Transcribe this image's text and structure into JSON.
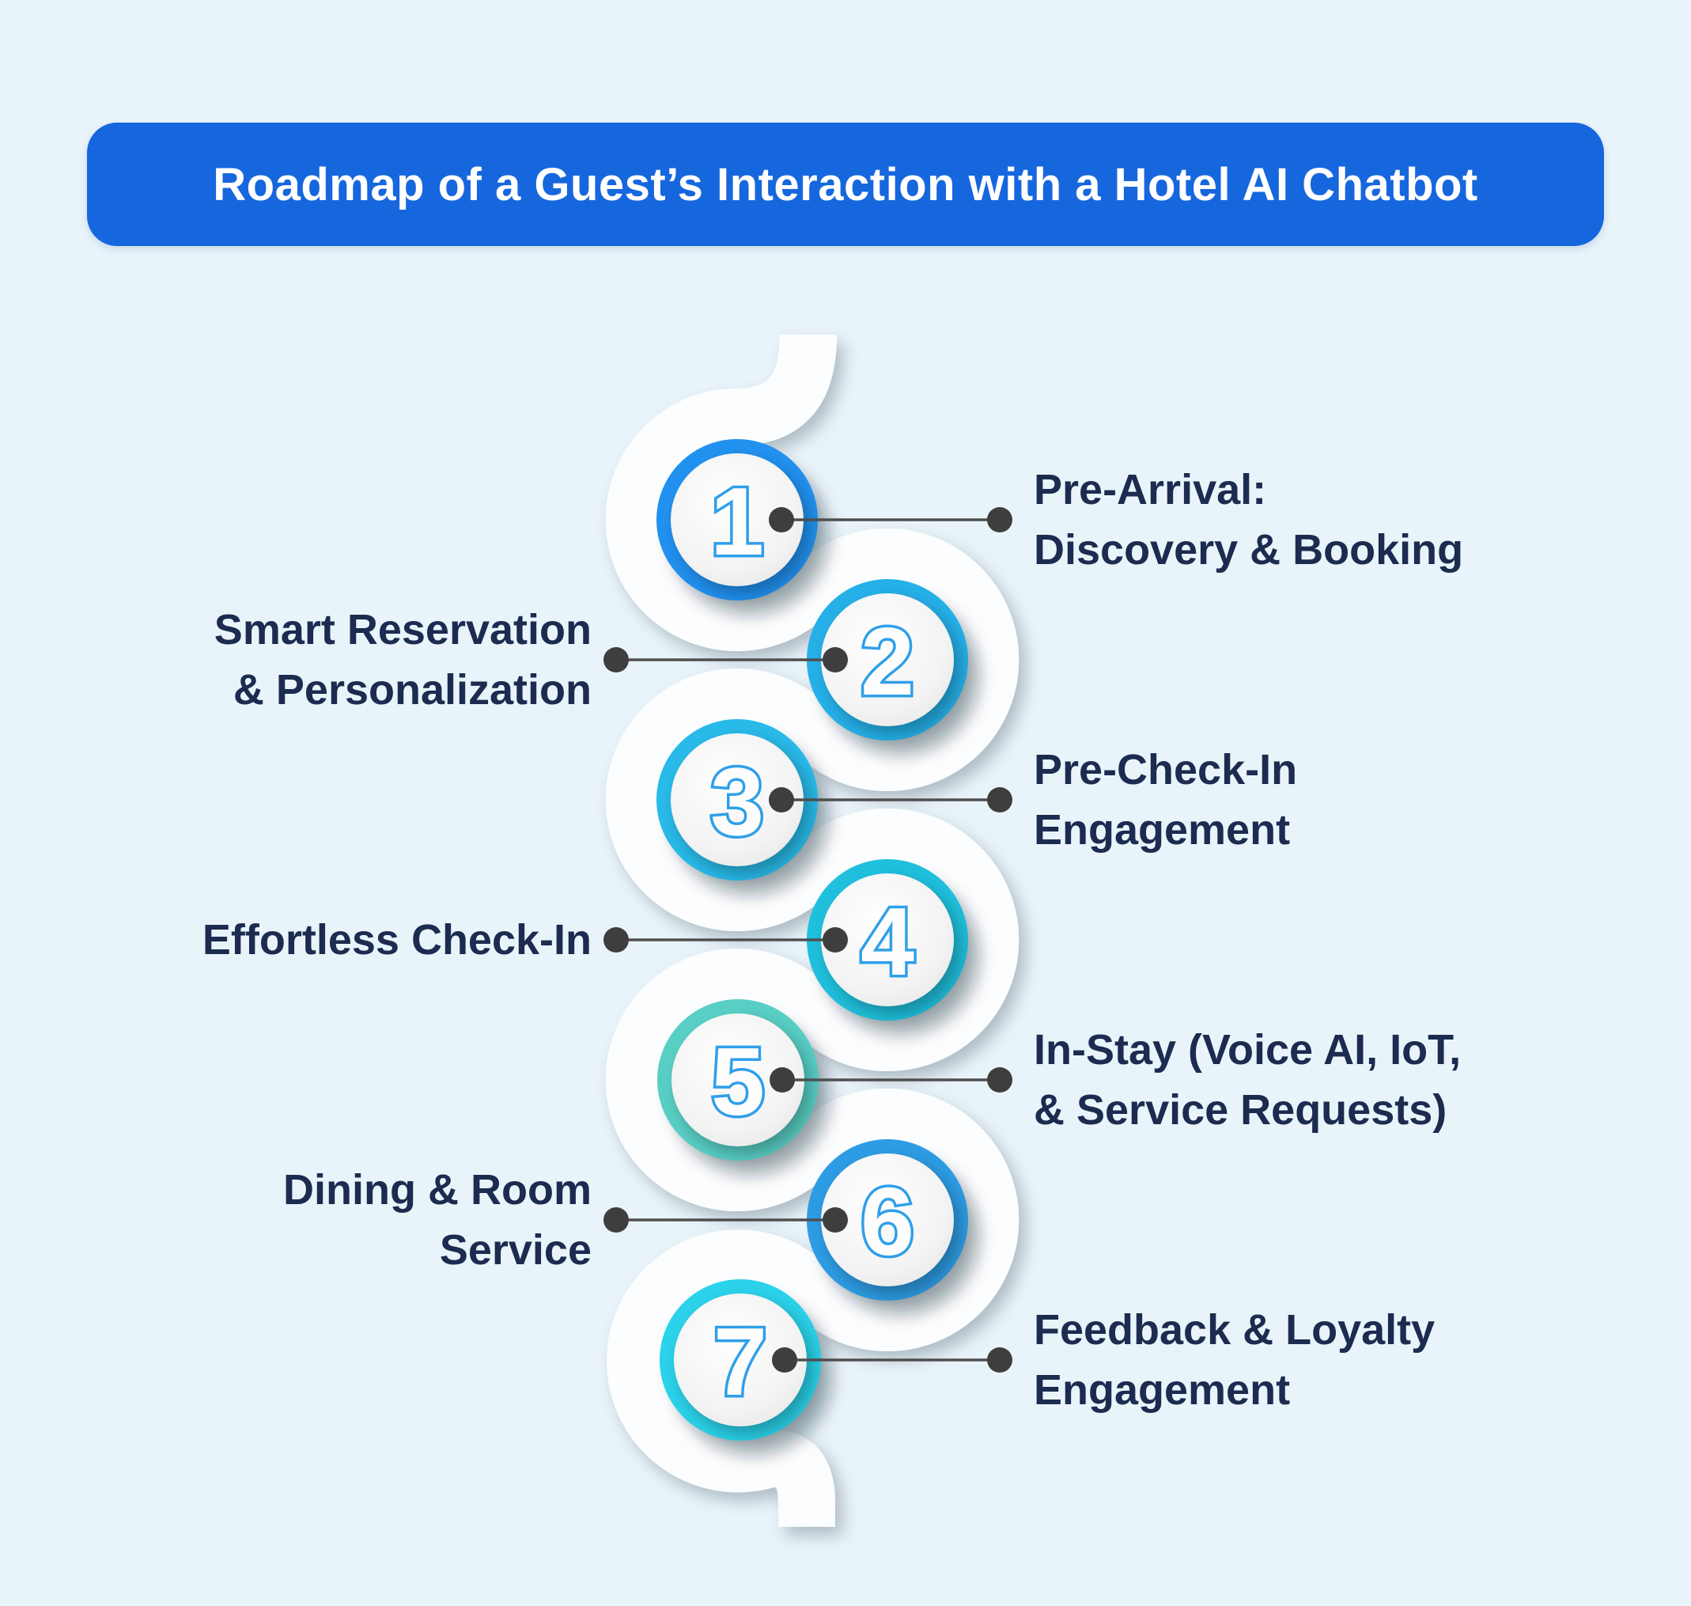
{
  "title": "Roadmap of a Guest’s Interaction with a Hotel AI Chatbot",
  "colors": {
    "background": "#e9f4fa",
    "banner": "#1667de",
    "banner_text": "#ffffff",
    "road": "#303030",
    "road_markings": "#ffffff",
    "connector": "#4f4f4f",
    "connector_dot": "#3e3e3e",
    "label_text": "#1c2b4f",
    "number_fill": "#fdfdfd",
    "number_outline": "#2f9fe9",
    "inner_circle": "#f2f2f2"
  },
  "milestones": [
    {
      "number": "1",
      "side": "right",
      "ring_color": "#2191f0",
      "label_lines": [
        "Pre-Arrival:",
        "Discovery & Booking"
      ]
    },
    {
      "number": "2",
      "side": "left",
      "ring_color": "#25b0e8",
      "label_lines": [
        "Smart Reservation",
        "& Personalization"
      ]
    },
    {
      "number": "3",
      "side": "right",
      "ring_color": "#28bae9",
      "label_lines": [
        "Pre-Check-In",
        "Engagement"
      ]
    },
    {
      "number": "4",
      "side": "left",
      "ring_color": "#1fc0dd",
      "label_lines": [
        "Effortless Check-In"
      ]
    },
    {
      "number": "5",
      "side": "right",
      "ring_color": "#58cfc5",
      "label_lines": [
        "In-Stay (Voice AI, IoT,",
        "& Service Requests)"
      ]
    },
    {
      "number": "6",
      "side": "left",
      "ring_color": "#2d9ce4",
      "label_lines": [
        "Dining & Room",
        "Service"
      ]
    },
    {
      "number": "7",
      "side": "right",
      "ring_color": "#2ad2ea",
      "label_lines": [
        "Feedback & Loyalty",
        "Engagement"
      ]
    }
  ]
}
